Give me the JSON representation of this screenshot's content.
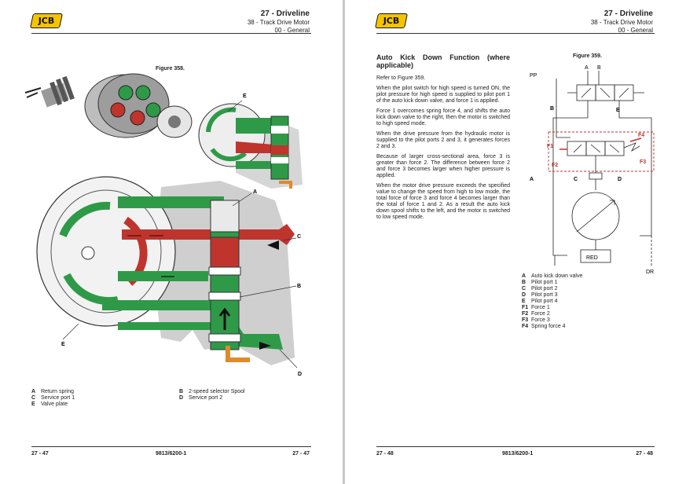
{
  "left": {
    "logo": "JCB",
    "header": {
      "title": "27 - Driveline",
      "subtitle": "38 - Track Drive Motor",
      "section": "00 - General"
    },
    "figure_title": "Figure 358.",
    "labels": {
      "a": "A",
      "b": "B",
      "c": "C",
      "d": "D",
      "e_top": "E",
      "e_bottom": "E"
    },
    "legend": [
      {
        "key": "A",
        "text": "Return spring"
      },
      {
        "key": "C",
        "text": "Service port 1"
      },
      {
        "key": "E",
        "text": "Valve plate"
      },
      {
        "key": "B",
        "text": "2-speed selector Spool"
      },
      {
        "key": "D",
        "text": "Service port 2"
      }
    ],
    "footer": {
      "left": "27 - 47",
      "center": "9813/6200-1",
      "right": "27 - 47"
    }
  },
  "right": {
    "logo": "JCB",
    "header": {
      "title": "27 - Driveline",
      "subtitle": "38 - Track Drive Motor",
      "section": "00 - General"
    },
    "section_title": "Auto Kick Down Function (where applicable)",
    "paragraphs": [
      "Refer to Figure 359.",
      "When the pilot switch for high speed is turned ON, the pilot pressure for high speed is supplied to pilot port 1 of the auto kick down valve, and force 1 is applied.",
      "Force 1 overcomes spring force 4, and shifts the auto kick down valve to the right, then the motor is switched to high speed mode.",
      "When the drive pressure from the hydraulic motor is supplied to the pilot ports 2 and 3, it generates forces 2 and 3.",
      "Because of larger cross-sectional area, force 3 is greater than force 2. The difference between force 2 and force 3 becomes larger when higher pressure is applied.",
      "When the motor drive pressure exceeds the specified value to change the speed from high to low mode, the total force of force 3 and force 4 becomes larger than the total of force 1 and 2. As a result the auto kick down spool shifts to the left, and the motor is switched to low speed mode."
    ],
    "figure_title": "Figure 359.",
    "schematic_labels": {
      "pp": "PP",
      "a_top": "A",
      "b_top": "B",
      "b": "B",
      "e": "E",
      "f1": "F1",
      "f2": "F2",
      "f3": "F3",
      "f4": "F4",
      "a": "A",
      "c": "C",
      "d": "D",
      "red": "RED",
      "dr": "DR"
    },
    "legend": [
      {
        "key": "A",
        "text": "Auto kick down valve"
      },
      {
        "key": "B",
        "text": "Pilot port 1"
      },
      {
        "key": "C",
        "text": "Pilot port 2"
      },
      {
        "key": "D",
        "text": "Pilot port 3"
      },
      {
        "key": "E",
        "text": "Pilot port 4"
      },
      {
        "key": "F1",
        "text": "Force 1"
      },
      {
        "key": "F2",
        "text": "Force 2"
      },
      {
        "key": "F3",
        "text": "Force 3"
      },
      {
        "key": "F4",
        "text": "Spring force 4"
      }
    ],
    "footer": {
      "left": "27 - 48",
      "center": "9813/6200-1",
      "right": "27 - 48"
    }
  },
  "colors": {
    "green": "#2e9a48",
    "red": "#c0342e",
    "orange": "#e08a2a",
    "grey": "#cfcfcf",
    "logo_yellow": "#f5c400"
  }
}
